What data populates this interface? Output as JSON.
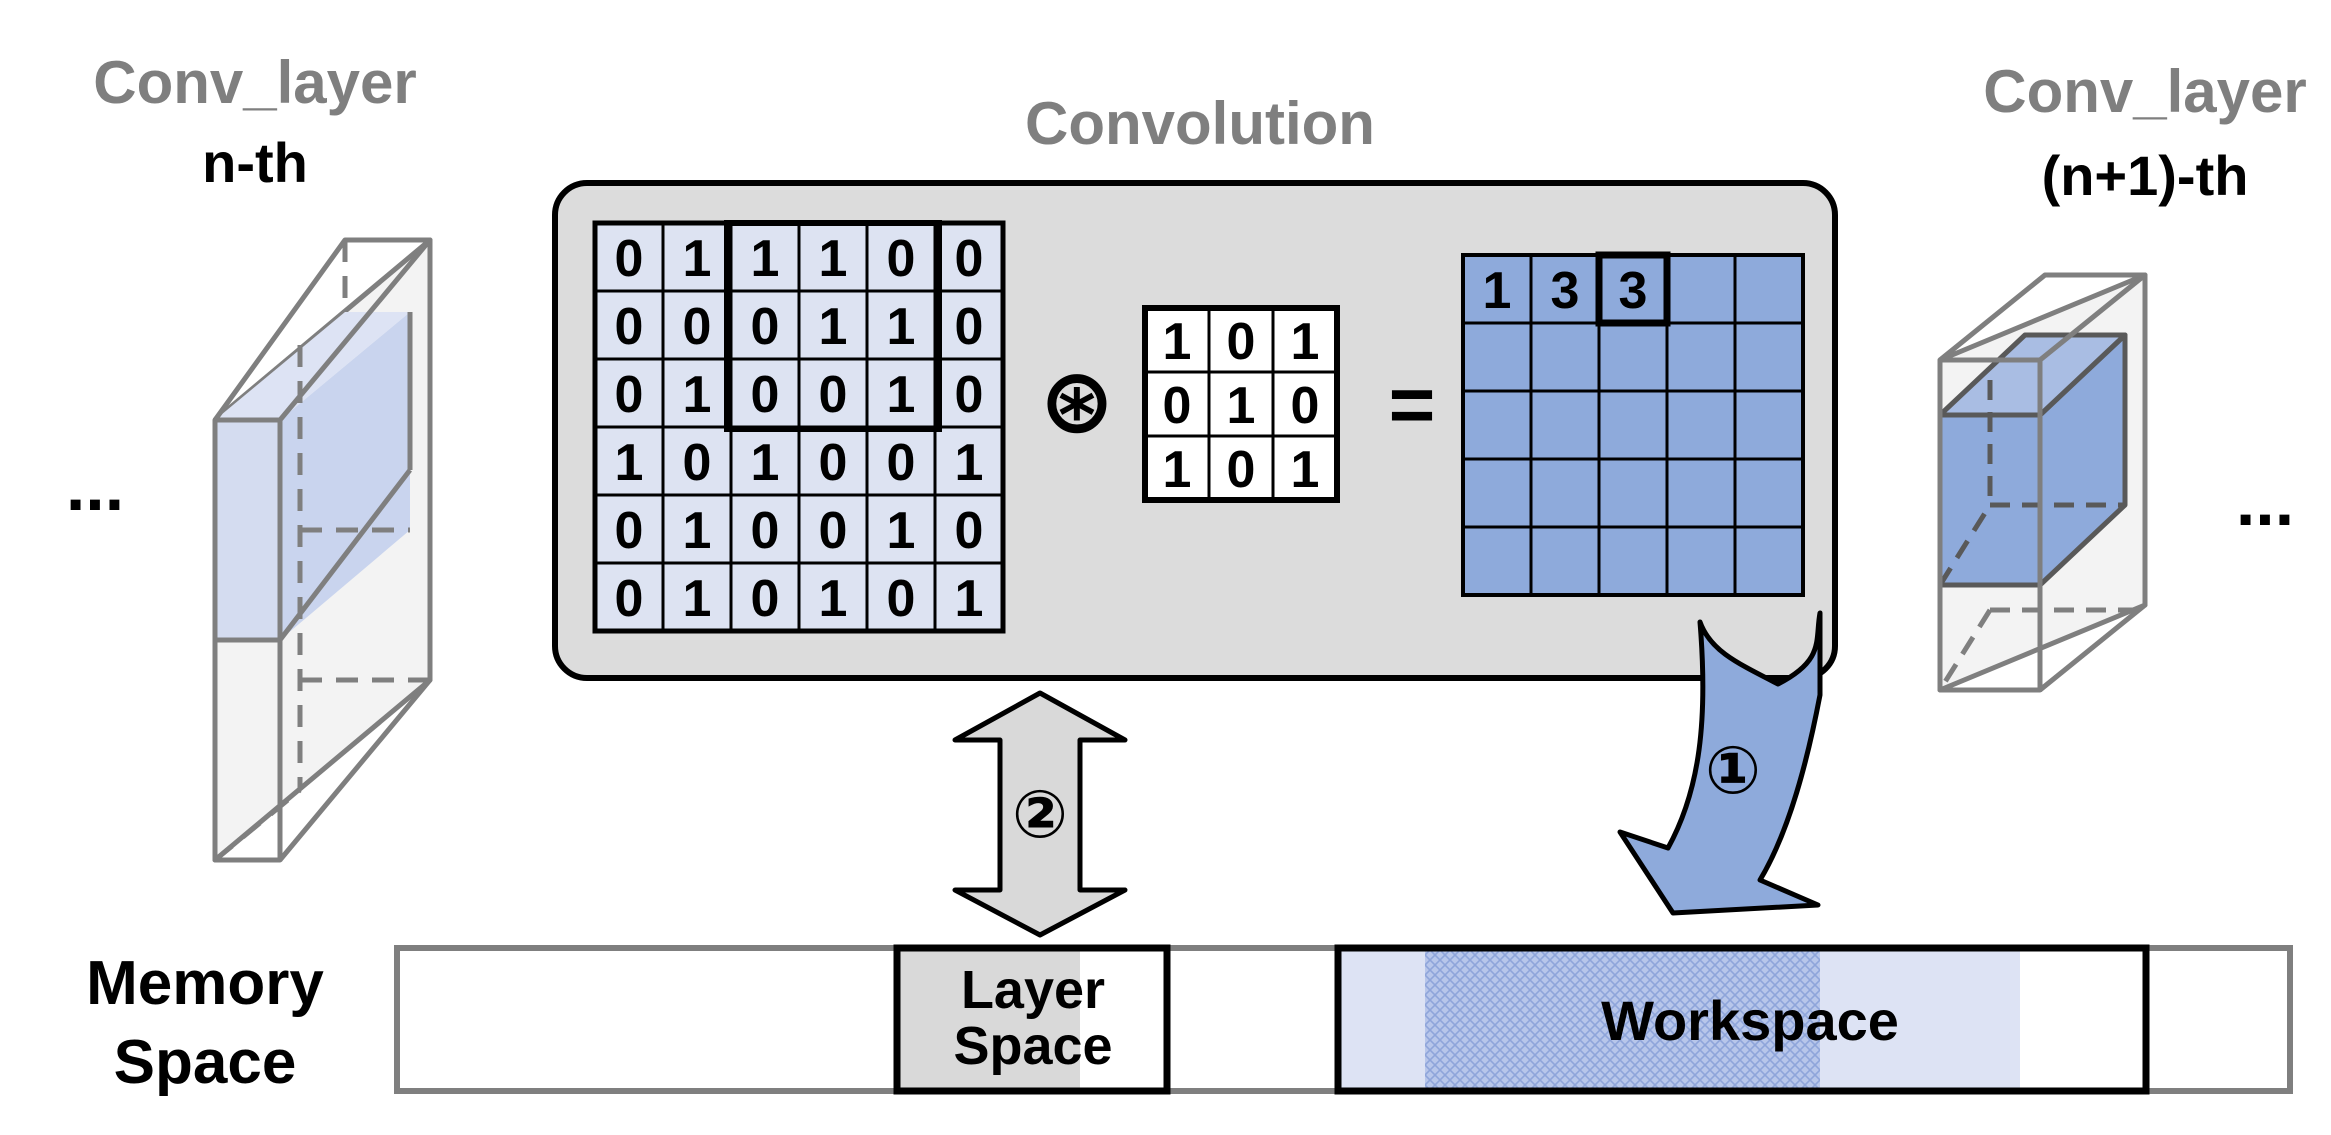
{
  "left_layer": {
    "title": "Conv_layer",
    "subtitle": "n-th"
  },
  "right_layer": {
    "title": "Conv_layer",
    "subtitle": "(n+1)-th"
  },
  "convolution": {
    "title": "Convolution",
    "input_matrix": [
      [
        "0",
        "1",
        "1",
        "1",
        "0",
        "0"
      ],
      [
        "0",
        "0",
        "0",
        "1",
        "1",
        "0"
      ],
      [
        "0",
        "1",
        "0",
        "0",
        "1",
        "0"
      ],
      [
        "1",
        "0",
        "1",
        "0",
        "0",
        "1"
      ],
      [
        "0",
        "1",
        "0",
        "0",
        "1",
        "0"
      ],
      [
        "0",
        "1",
        "0",
        "1",
        "0",
        "1"
      ]
    ],
    "conv_operator": "⊛",
    "kernel": [
      [
        "1",
        "0",
        "1"
      ],
      [
        "0",
        "1",
        "0"
      ],
      [
        "1",
        "0",
        "1"
      ]
    ],
    "equals": "=",
    "output_values": [
      "1",
      "3",
      "3"
    ],
    "output_size": [
      5,
      5
    ]
  },
  "ellipsis_left": "...",
  "ellipsis_right": "...",
  "memory": {
    "label_line1": "Memory",
    "label_line2": "Space",
    "layer_space_line1": "Layer",
    "layer_space_line2": "Space",
    "workspace": "Workspace"
  },
  "steps": {
    "one": "①",
    "two": "②"
  },
  "colors": {
    "panel_bg": "#dcdcdc",
    "input_cell": "#dde3f2",
    "output_cell": "#8eaadb",
    "prism_face": "#d4dcf0",
    "workspace_light": "#dde3f4",
    "workspace_hatch": "#a7b8e3",
    "arrow_blue": "#8eaadb",
    "arrow_gray": "#d9d9d9",
    "heading_gray": "#7f7f7f"
  }
}
